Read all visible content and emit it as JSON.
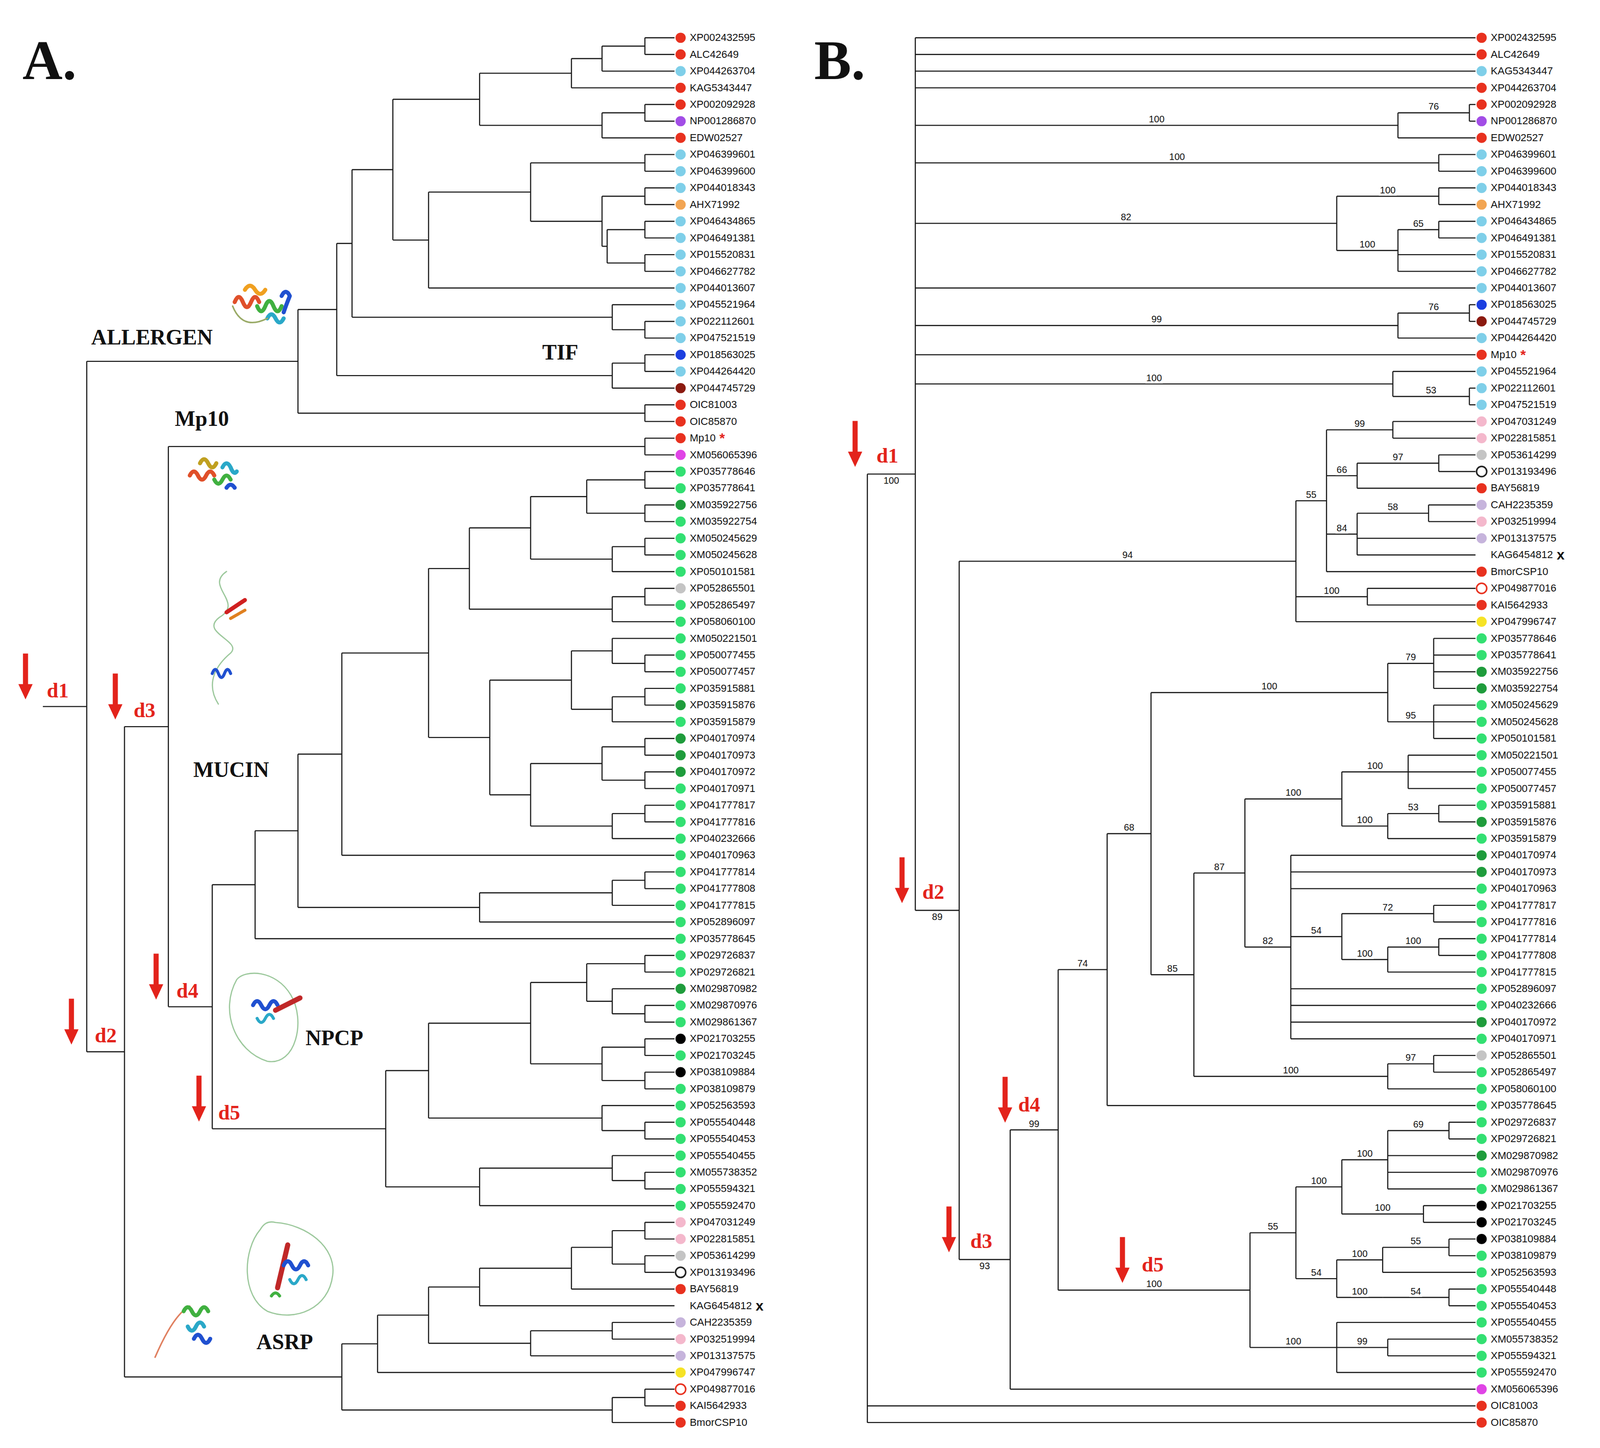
{
  "diagram": {
    "labels": [
      "XP002432595",
      "ALC42649",
      "XP044263704",
      "KAG5343447",
      "XP002092928",
      "NP001286870",
      "EDW02527",
      "XP046399601",
      "XP046399600",
      "XP044018343",
      "AHX71992",
      "XP046434865",
      "XP046491381",
      "XP015520831",
      "XP046627782",
      "XP044013607",
      "XP045521964",
      "XP022112601",
      "XP047521519",
      "XP018563025",
      "XP044264420",
      "XP044745729",
      "OIC81003",
      "OIC85870",
      "Mp10",
      "XM056065396",
      "XP035778646",
      "XP035778641",
      "XM035922756",
      "XM035922754",
      "XM050245629",
      "XM050245628",
      "XP050101581",
      "XP052865501",
      "XP052865497",
      "XP058060100",
      "XM050221501",
      "XP050077455",
      "XP050077457",
      "XP035915881",
      "XP035915876",
      "XP035915879",
      "XP040170974",
      "XP040170973",
      "XP040170972",
      "XP040170971",
      "XP041777817",
      "XP041777816",
      "XP040232666",
      "XP040170963",
      "XP041777814",
      "XP041777808",
      "XP041777815",
      "XP052896097",
      "XP035778645",
      "XP029726837",
      "XP029726821",
      "XM029870982",
      "XM029870976",
      "XM029861367",
      "XP021703255",
      "XP021703245",
      "XP038109884",
      "XP038109879",
      "XP052563593",
      "XP055540448",
      "XP055540453",
      "XP055540455",
      "XM055738352",
      "XP055594321",
      "XP055592470",
      "XP047031249",
      "XP022815851",
      "XP053614299",
      "XP013193496",
      "BAY56819",
      "KAG6454812",
      "CAH2235359",
      "XP032519994",
      "XP013137575",
      "XP047996747",
      "XP049877016",
      "KAI5642933",
      "BmorCSP10",
      "XP002432595",
      "ALC42649",
      "KAG5343447",
      "XP044263704",
      "XP002092928",
      "NP001286870",
      "EDW02527",
      "XP046399601",
      "XP046399600",
      "XP044018343",
      "AHX71992",
      "XP046434865",
      "XP046491381",
      "XP015520831",
      "XP046627782",
      "XP044013607",
      "XP018563025",
      "XP044745729",
      "XP044264420",
      "Mp10",
      "XP045521964",
      "XP022112601",
      "XP047521519",
      "XP047031249",
      "XP022815851",
      "XP053614299",
      "XP013193496",
      "BAY56819",
      "CAH2235359",
      "XP032519994",
      "XP013137575",
      "KAG6454812",
      "BmorCSP10",
      "XP049877016",
      "KAI5642933",
      "XP047996747",
      "XP035778646",
      "XP035778641",
      "XM035922756",
      "XM035922754",
      "XM050245629",
      "XM050245628",
      "XP050101581",
      "XM050221501",
      "XP050077455",
      "XP050077457",
      "XP035915881",
      "XP035915876",
      "XP035915879",
      "XP040170974",
      "XP040170973",
      "XP040170963",
      "XP041777817",
      "XP041777816",
      "XP041777814",
      "XP041777808",
      "XP041777815",
      "XP052896097",
      "XP040232666",
      "XP040170972",
      "XP040170971",
      "XP052865501",
      "XP052865497",
      "XP058060100",
      "XP035778645",
      "XP029726837",
      "XP029726821",
      "XM029870982",
      "XM029870976",
      "XM029861367",
      "XP021703255",
      "XP021703245",
      "XP038109884",
      "XP038109879",
      "XP052563593",
      "XP055540448",
      "XP055540453",
      "XP055540455",
      "XM055738352",
      "XP055594321",
      "XP055592470",
      "XM056065396",
      "OIC81003",
      "OIC85870",
      "A.",
      "B.",
      "ALLERGEN",
      "TIF",
      "Mp10",
      "MUCIN",
      "NPCP",
      "ASRP",
      "d1",
      "d2",
      "d3",
      "d4",
      "d5",
      "*",
      "x",
      "d1",
      "d2",
      "d3",
      "d4",
      "d5",
      "*",
      "x",
      "100",
      "100",
      "76",
      "100",
      "82",
      "100",
      "100",
      "65",
      "99",
      "76",
      "100",
      "53",
      "89",
      "94",
      "55",
      "99",
      "66",
      "97",
      "84",
      "58",
      "100",
      "93",
      "99",
      "74",
      "68",
      "100",
      "79",
      "95",
      "85",
      "87",
      "100",
      "100",
      "100",
      "53",
      "82",
      "54",
      "72",
      "100",
      "100",
      "100",
      "97",
      "100",
      "55",
      "100",
      "100",
      "69",
      "100",
      "54",
      "100",
      "55",
      "100",
      "54",
      "100",
      "99"
    ]
  }
}
